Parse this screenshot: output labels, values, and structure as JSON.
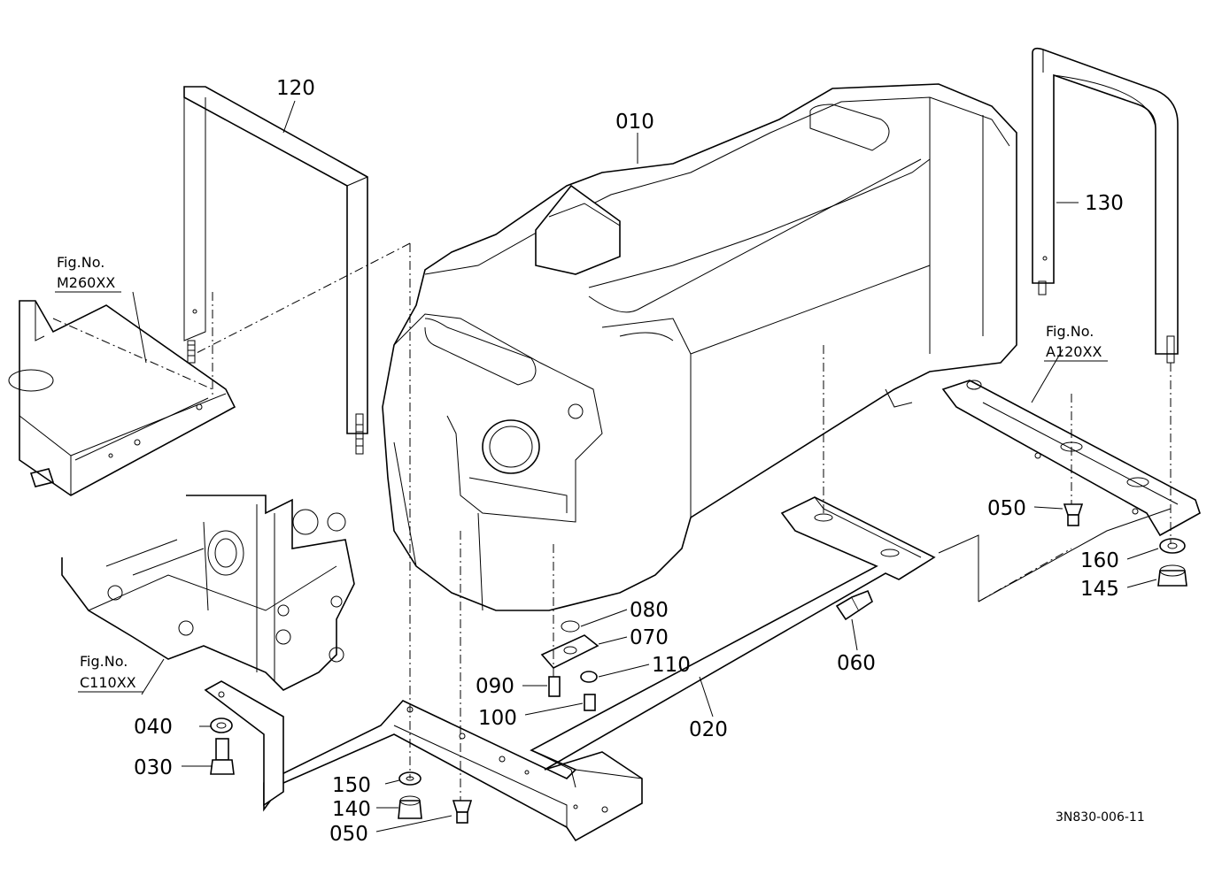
{
  "parts": {
    "p010": "010",
    "p020": "020",
    "p030": "030",
    "p040": "040",
    "p050a": "050",
    "p050b": "050",
    "p060": "060",
    "p070": "070",
    "p080": "080",
    "p090": "090",
    "p100": "100",
    "p110": "110",
    "p120": "120",
    "p130": "130",
    "p140": "140",
    "p145": "145",
    "p150": "150",
    "p160": "160"
  },
  "references": {
    "m260": {
      "line1": "Fig.No.",
      "line2": "M260XX"
    },
    "a120": {
      "line1": "Fig.No.",
      "line2": "A120XX"
    },
    "c110": {
      "line1": "Fig.No.",
      "line2": "C110XX"
    }
  },
  "drawing_code": "3N830-006-11"
}
